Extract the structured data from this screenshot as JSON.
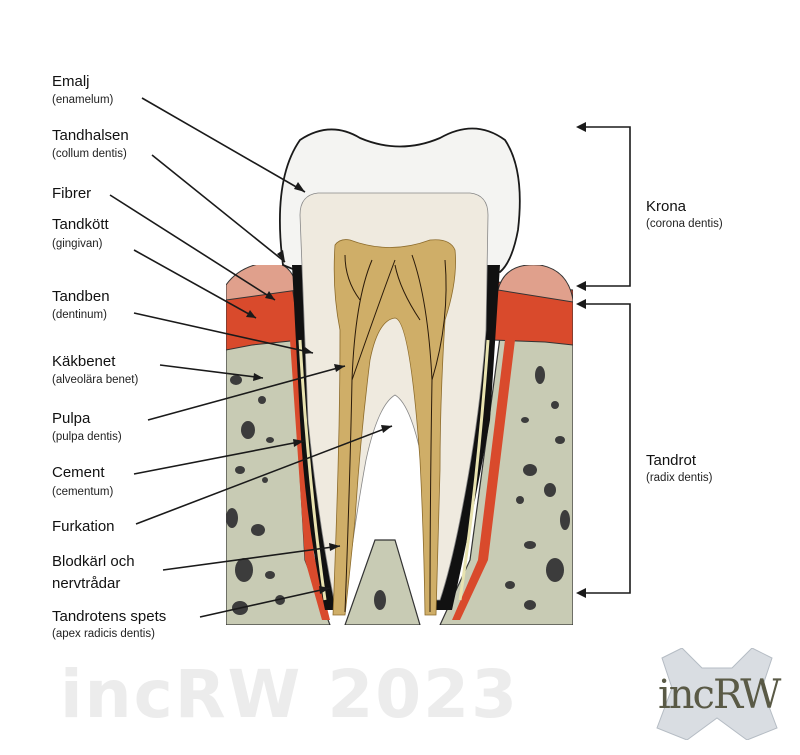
{
  "labels_left": [
    {
      "name": "Emalj",
      "latin": "(enamelum)"
    },
    {
      "name": "Tandhalsen",
      "latin": "(collum dentis)"
    },
    {
      "name": "Fibrer",
      "latin": ""
    },
    {
      "name": "Tandkött",
      "latin": "(gingivan)"
    },
    {
      "name": "Tandben",
      "latin": "(dentinum)"
    },
    {
      "name": "Käkbenet",
      "latin": "(alveolära benet)"
    },
    {
      "name": "Pulpa",
      "latin": "(pulpa dentis)"
    },
    {
      "name": "Cement",
      "latin": "(cementum)"
    },
    {
      "name": "Furkation",
      "latin": ""
    },
    {
      "name": "Blodkärl och",
      "line2": "nervtrådar",
      "latin": ""
    },
    {
      "name": "Tandrotens spets",
      "latin": "(apex radicis dentis)"
    }
  ],
  "labels_right": [
    {
      "name": "Krona",
      "latin": "(corona dentis)"
    },
    {
      "name": "Tandrot",
      "latin": "(radix dentis)"
    }
  ],
  "watermark": "incRW 2023",
  "logo_text": "incRW",
  "colors": {
    "enamel": "#f4f4f2",
    "dentin": "#efeadf",
    "pulp": "#cfae68",
    "gum": "#d94a2c",
    "bone": "#c8cbb4",
    "bone_dark": "#3c3c3c",
    "cement": "#e8e3b0",
    "line": "#1a1a1a"
  }
}
